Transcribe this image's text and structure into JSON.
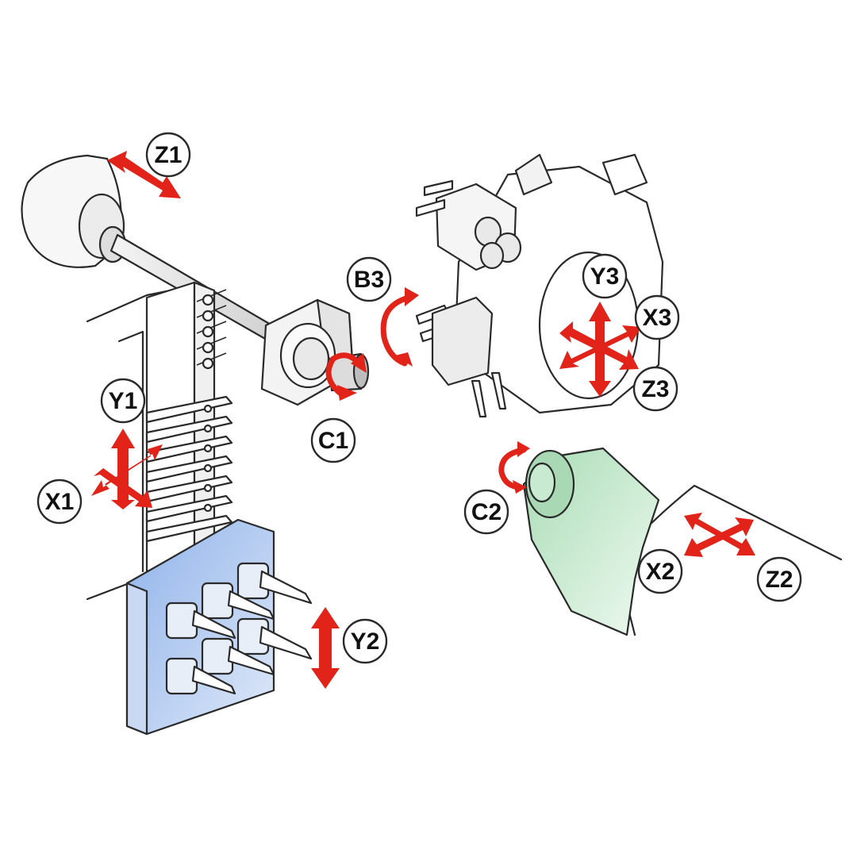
{
  "colors": {
    "arrow": "#e2231a",
    "outline": "#2a2a2a",
    "tool_block_blue": "#a9c5ee",
    "subspindle_green": "#bfe6c6",
    "machine_white": "#ffffff"
  },
  "axis_labels": {
    "z1": "Z1",
    "y1": "Y1",
    "x1": "X1",
    "c1": "C1",
    "b3": "B3",
    "y3": "Y3",
    "x3": "X3",
    "z3": "Z3",
    "c2": "C2",
    "x2": "X2",
    "z2": "Z2",
    "y2": "Y2"
  }
}
